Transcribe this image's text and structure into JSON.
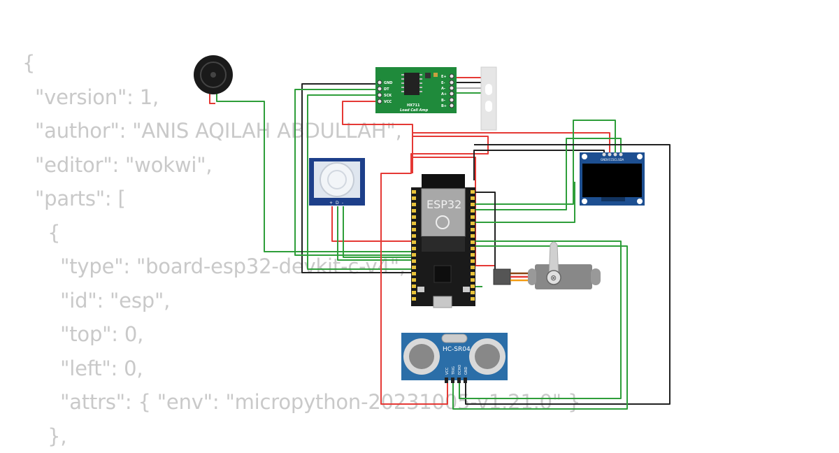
{
  "json_lines": [
    "{",
    "  \"version\": 1,",
    "  \"author\": \"ANIS AQILAH ABDULLAH\",",
    "  \"editor\": \"wokwi\",",
    "  \"parts\": [",
    "    {",
    "      \"type\": \"board-esp32-devkit-c-v4\",",
    "      \"id\": \"esp\",",
    "      \"top\": 0,",
    "      \"left\": 0,",
    "      \"attrs\": { \"env\": \"micropython-20231005-v1.21.0\" }",
    "    },"
  ],
  "parts": {
    "esp32": {
      "label": "ESP32"
    },
    "hx711": {
      "title": "HX711",
      "subtitle": "Load Cell Amp",
      "left_pins": [
        "GND",
        "DT",
        "SCK",
        "VCC"
      ],
      "right_pins": [
        "E+",
        "E-",
        "A-",
        "A+",
        "B-",
        "B+"
      ]
    },
    "pir": {
      "pins": [
        "+",
        "D",
        "-"
      ]
    },
    "oled": {
      "pins": [
        "GND",
        "VCC",
        "SCL",
        "SDA"
      ]
    },
    "ultrasonic": {
      "label": "HC-SR04",
      "pins": [
        "VCC",
        "TRIG",
        "ECHO",
        "GND"
      ]
    }
  },
  "colors": {
    "wire_red": "#e53935",
    "wire_green": "#2e9e3a",
    "wire_black": "#222222",
    "pcb_green": "#1f8a3b",
    "pcb_blue": "#1d4f91",
    "esp_board": "#1a1a1a"
  }
}
